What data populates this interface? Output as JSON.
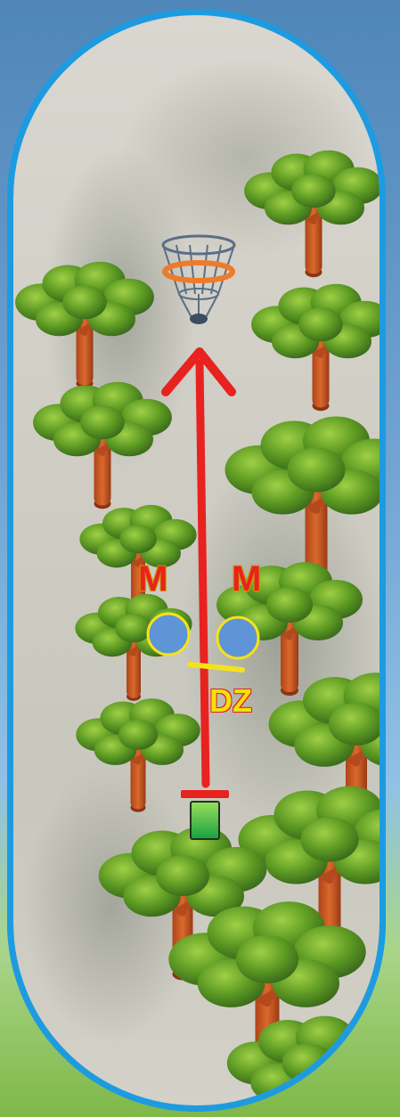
{
  "map": {
    "frame_color": "#1e9be0",
    "arrow_color": "#e8221f",
    "tee_pad_color": "#2fb34a",
    "tee_line_color": "#e8221f",
    "mando_marker_color": "#5d95d6",
    "mando_outline_color": "#f5e21a",
    "drop_zone_line_color": "#f5e21a",
    "basket_band_color": "#ef7a2a",
    "icons": [
      "basket-icon",
      "tee-pad-icon",
      "tree-icon",
      "mando-marker-icon",
      "flight-path-arrow-icon"
    ]
  },
  "labels": {
    "mando_left": "M",
    "mando_right": "M",
    "drop_zone": "DZ"
  }
}
